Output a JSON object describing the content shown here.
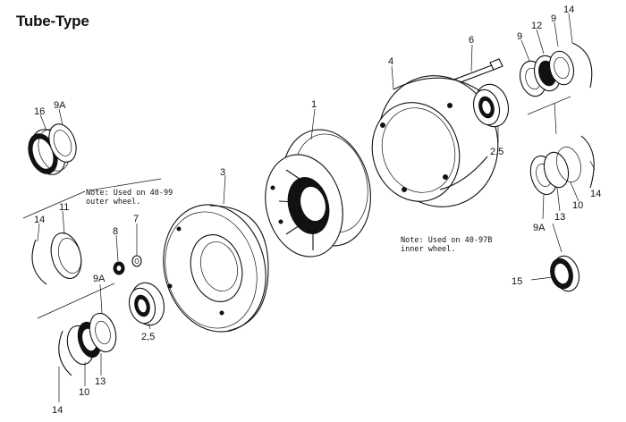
{
  "title": "Tube-Type",
  "labels": {
    "p1": "1",
    "p3": "3",
    "p4": "4",
    "p6": "6",
    "p7": "7",
    "p8": "8",
    "p9a_top": "9",
    "p12": "12",
    "p9b_top": "9",
    "p14_top": "14",
    "p25_right": "2,5",
    "p9a_left": "9A",
    "p16": "16",
    "p14_left": "14",
    "p11": "11",
    "p9A_mid": "9A",
    "p25_left": "2,5",
    "p14_bottom": "14",
    "p10_bottom": "10",
    "p13_bottom": "13",
    "p9A_right": "9A",
    "p13_right": "13",
    "p10_right": "10",
    "p14_right": "14",
    "p15": "15"
  },
  "notes": {
    "outer_line1": "Note: Used on 40-99",
    "outer_line2": "outer wheel.",
    "inner_line1": "Note: Used on 40-97B",
    "inner_line2": "inner wheel."
  }
}
